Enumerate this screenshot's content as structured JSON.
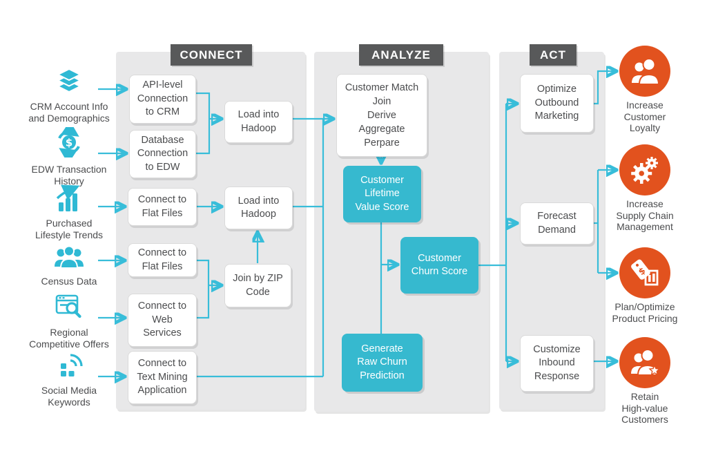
{
  "colors": {
    "teal": "#36b9cf",
    "line": "#38bdd9",
    "orange": "#e2521e",
    "header_bg": "#58595a",
    "panel_bg": "#e8e8e9",
    "text": "#4b4c4e"
  },
  "phases": [
    {
      "label": "CONNECT"
    },
    {
      "label": "ANALYZE"
    },
    {
      "label": "ACT"
    }
  ],
  "sources": [
    {
      "icon": "layers-icon",
      "lines": [
        "CRM Account Info",
        "and Demographics"
      ]
    },
    {
      "icon": "dollar-sync-icon",
      "lines": [
        "EDW Transaction",
        "History"
      ]
    },
    {
      "icon": "growth-chart-icon",
      "lines": [
        "Purchased",
        "Lifestyle Trends"
      ]
    },
    {
      "icon": "people-icon",
      "lines": [
        "Census Data"
      ]
    },
    {
      "icon": "browser-search-icon",
      "lines": [
        "Regional",
        "Competitive Offers"
      ]
    },
    {
      "icon": "social-signal-icon",
      "lines": [
        "Social Media",
        "Keywords"
      ]
    }
  ],
  "connect": {
    "boxes": {
      "api": [
        "API-level",
        "Connection",
        "to CRM"
      ],
      "edw": [
        "Database",
        "Connection",
        "to EDW"
      ],
      "flat1": [
        "Connect to",
        "Flat Files"
      ],
      "flat2": [
        "Connect to",
        "Flat Files"
      ],
      "web": [
        "Connect to",
        "Web",
        "Services"
      ],
      "text_mining": [
        "Connect to",
        "Text Mining",
        "Application"
      ],
      "hadoop1": [
        "Load into",
        "Hadoop"
      ],
      "hadoop2": [
        "Load into",
        "Hadoop"
      ],
      "zip": [
        "Join by ZIP",
        "Code"
      ]
    }
  },
  "analyze": {
    "boxes": {
      "match": [
        "Customer Match",
        "Join",
        "Derive",
        "Aggregate",
        "Perpare"
      ],
      "clv": [
        "Customer",
        "Lifetime",
        "Value Score"
      ],
      "churn": [
        "Customer",
        "Churn Score"
      ],
      "generate": [
        "Generate",
        "Raw Churn",
        "Prediction"
      ]
    }
  },
  "act": {
    "boxes": {
      "outbound": [
        "Optimize",
        "Outbound",
        "Marketing"
      ],
      "forecast": [
        "Forecast",
        "Demand"
      ],
      "inbound": [
        "Customize",
        "Inbound",
        "Response"
      ]
    }
  },
  "outcomes": [
    {
      "icon": "customer-loyalty-icon",
      "lines": [
        "Increase",
        "Customer",
        "Loyalty"
      ]
    },
    {
      "icon": "gears-icon",
      "lines": [
        "Increase",
        "Supply Chain",
        "Management"
      ]
    },
    {
      "icon": "price-tag-icon",
      "lines": [
        "Plan/Optimize",
        "Product Pricing"
      ]
    },
    {
      "icon": "customer-star-icon",
      "lines": [
        "Retain",
        "High-value",
        "Customers"
      ]
    }
  ]
}
